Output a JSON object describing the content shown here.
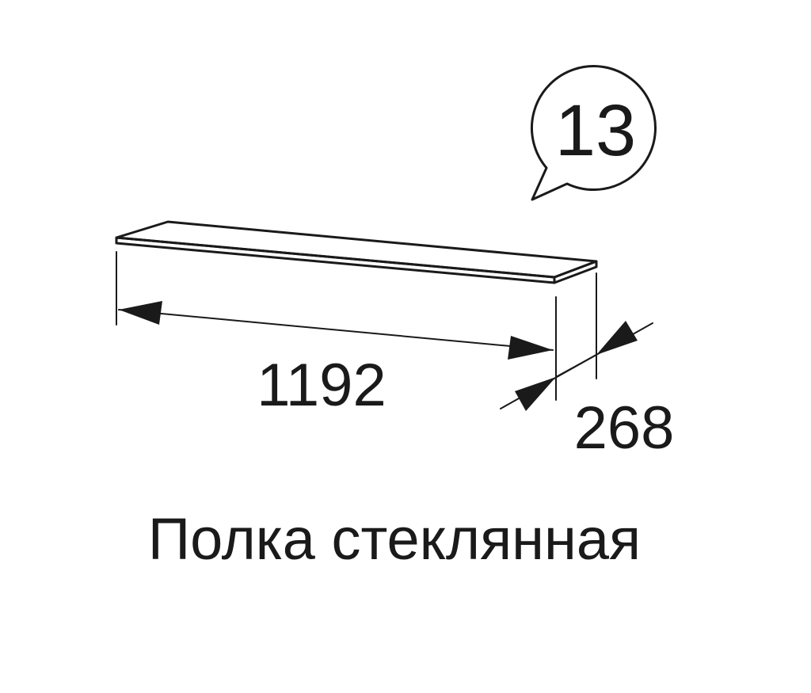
{
  "callout": {
    "number": "13"
  },
  "dimensions": {
    "length_label": "1192",
    "depth_label": "268"
  },
  "caption": {
    "text": "Полка стеклянная"
  },
  "colors": {
    "line": "#1a1a1a",
    "background": "#ffffff"
  }
}
